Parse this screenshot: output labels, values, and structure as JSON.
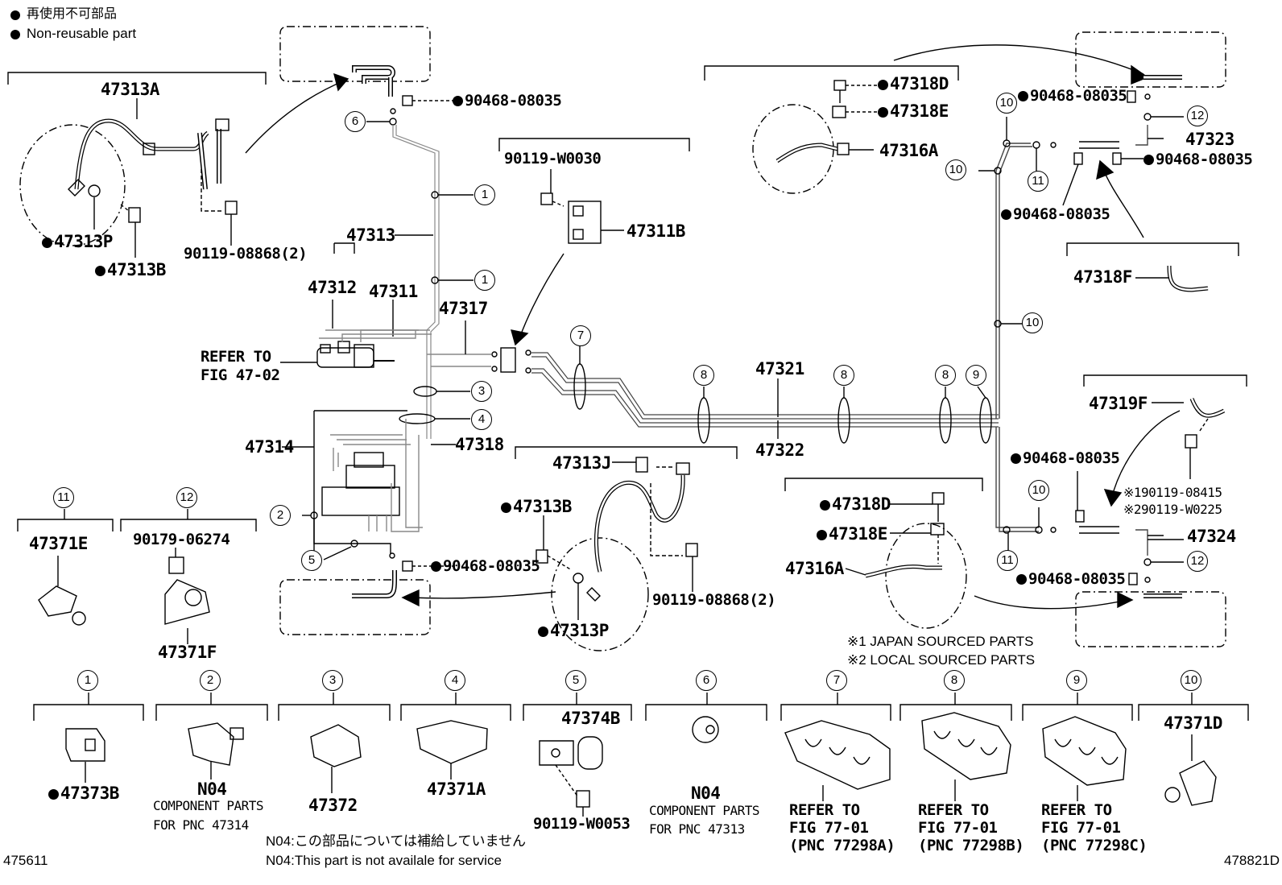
{
  "legend": {
    "jp": "再使用不可部品",
    "en": "Non-reusable part"
  },
  "labels": {
    "p47313A": "47313A",
    "p47313P_top": "47313P",
    "p47313B_top": "47313B",
    "p90119_08868_top": "90119-08868(2)",
    "p90468_top": "90468-08035",
    "p47313": "47313",
    "p47312": "47312",
    "p47311": "47311",
    "p47317": "47317",
    "refer_to": "REFER TO",
    "fig_47_02": "FIG 47-02",
    "p47314": "47314",
    "p47318": "47318",
    "p90468_mid": "90468-08035",
    "p90119_W0030": "90119-W0030",
    "p47311B": "47311B",
    "p47313J": "47313J",
    "p47313B_mid": "47313B",
    "p47313P_mid": "47313P",
    "p90119_08868_mid": "90119-08868(2)",
    "p47321": "47321",
    "p47322": "47322",
    "p47318D_top": "47318D",
    "p47318E_top": "47318E",
    "p47316A_top": "47316A",
    "p90468_r1": "90468-08035",
    "p47323": "47323",
    "p90468_r2": "90468-08035",
    "p90468_r3": "90468-08035",
    "p47318F": "47318F",
    "p47319F": "47319F",
    "p90468_r4": "90468-08035",
    "p190119": "※190119-08415",
    "p290119": "※290119-W0225",
    "p47324": "47324",
    "p90468_r5": "90468-08035",
    "p47318D_mid": "47318D",
    "p47318E_mid": "47318E",
    "p47316A_mid": "47316A",
    "note1": "※1 JAPAN SOURCED PARTS",
    "note2": "※2 LOCAL SOURCED PARTS",
    "p47371E": "47371E",
    "p90179_06274": "90179-06274",
    "p47371F": "47371F",
    "p47373B": "47373B",
    "n04_a": "N04",
    "comp_parts_a": "COMPONENT PARTS",
    "for_pnc_47314": "FOR PNC 47314",
    "p47372": "47372",
    "p47371A": "47371A",
    "p47374B": "47374B",
    "p90119_W0053": "90119-W0053",
    "n04_b": "N04",
    "comp_parts_b": "COMPONENT PARTS",
    "for_pnc_47313": "FOR PNC 47313",
    "refer_7": "REFER TO",
    "fig_7": "FIG 77-01",
    "pnc_7": "(PNC 77298A)",
    "refer_8": "REFER TO",
    "fig_8": "FIG 77-01",
    "pnc_8": "(PNC 77298B)",
    "refer_9": "REFER TO",
    "fig_9": "FIG 77-01",
    "pnc_9": "(PNC 77298C)",
    "p47371D": "47371D",
    "footer_jp": "N04:この部品については補給していません",
    "footer_en": "N04:This part is not availale for service",
    "code_left": "475611",
    "code_right": "478821D"
  },
  "callouts": [
    "1",
    "1",
    "2",
    "3",
    "4",
    "5",
    "6",
    "7",
    "8",
    "8",
    "8",
    "9",
    "10",
    "10",
    "10",
    "10",
    "11",
    "11",
    "12",
    "12",
    "11",
    "12"
  ],
  "bottom_callouts": [
    "1",
    "2",
    "3",
    "4",
    "5",
    "6",
    "7",
    "8",
    "9",
    "10"
  ]
}
